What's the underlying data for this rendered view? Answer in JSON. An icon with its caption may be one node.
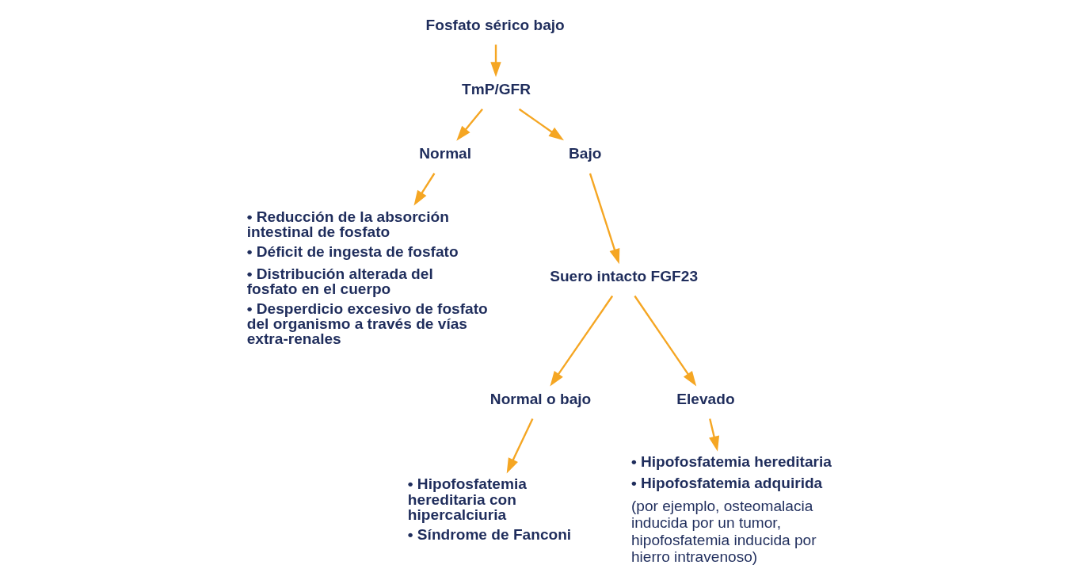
{
  "diagram": {
    "nodes": [
      {
        "text": [
          "Fosfato sérico bajo"
        ]
      },
      {
        "text": [
          "TmP/GFR"
        ]
      },
      {
        "text": [
          "Normal"
        ]
      },
      {
        "text": [
          "Bajo"
        ]
      },
      {
        "text": [
          "• Reducción de la absorción intestinal de fosfato",
          "• Déficit de ingesta de fosfato",
          "• Distribución alterada del fosfato en el cuerpo",
          "• Desperdicio excesivo de fosfato del organismo a través de vías extra-renales"
        ]
      },
      {
        "text": [
          "Suero intacto FGF23"
        ]
      },
      {
        "text": [
          "Normal o bajo"
        ]
      },
      {
        "text": [
          "Elevado"
        ]
      },
      {
        "text": [
          "• Hipofosfatemia hereditaria con hipercalciuria",
          "• Síndrome de Fanconi"
        ]
      },
      {
        "text": [
          "• Hipofosfatemia hereditaria",
          "• Hipofosfatemia adquirida",
          "(por ejemplo, osteomalacia inducida por un tumor, hipofosfatemia inducida por hierro intravenoso)"
        ]
      }
    ],
    "edges": [
      {
        "from": 0,
        "to": 1,
        "arrow": "to"
      },
      {
        "from": 1,
        "to": 2,
        "arrow": "to"
      },
      {
        "from": 1,
        "to": 3,
        "arrow": "to"
      },
      {
        "from": 2,
        "to": 4,
        "arrow": "to"
      },
      {
        "from": 3,
        "to": 5,
        "arrow": "to"
      },
      {
        "from": 5,
        "to": 6,
        "arrow": "to"
      },
      {
        "from": 5,
        "to": 7,
        "arrow": "to"
      },
      {
        "from": 6,
        "to": 8,
        "arrow": "to"
      },
      {
        "from": 7,
        "to": 9,
        "arrow": "to"
      }
    ]
  }
}
